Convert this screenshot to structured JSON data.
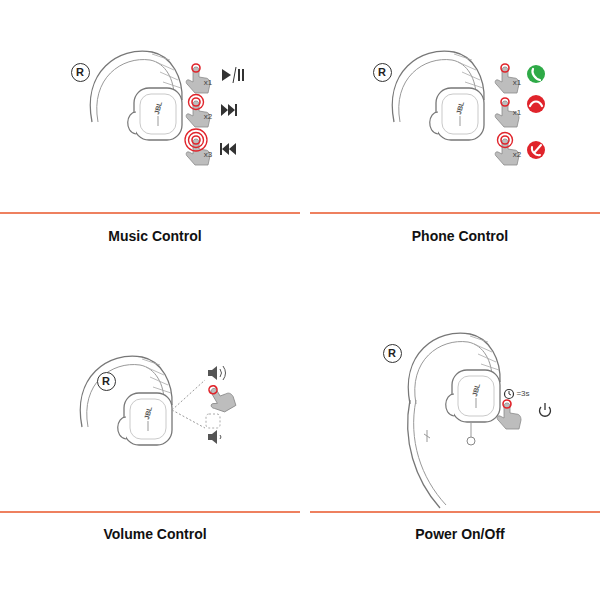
{
  "diagram": {
    "nodes": [
      {
        "text": [
          "R"
        ]
      },
      {
        "text": [
          "R"
        ]
      },
      {
        "text": [
          "R"
        ]
      },
      {
        "text": [
          "R"
        ]
      }
    ],
    "labels": [
      "JBL",
      "x1",
      "x2",
      "x3",
      "Music Control",
      "JBL",
      "x1",
      "x1",
      "x2",
      "Phone Control",
      "JBL",
      "Volume Control",
      "JBL",
      "=3s",
      "Power On/Off"
    ]
  }
}
